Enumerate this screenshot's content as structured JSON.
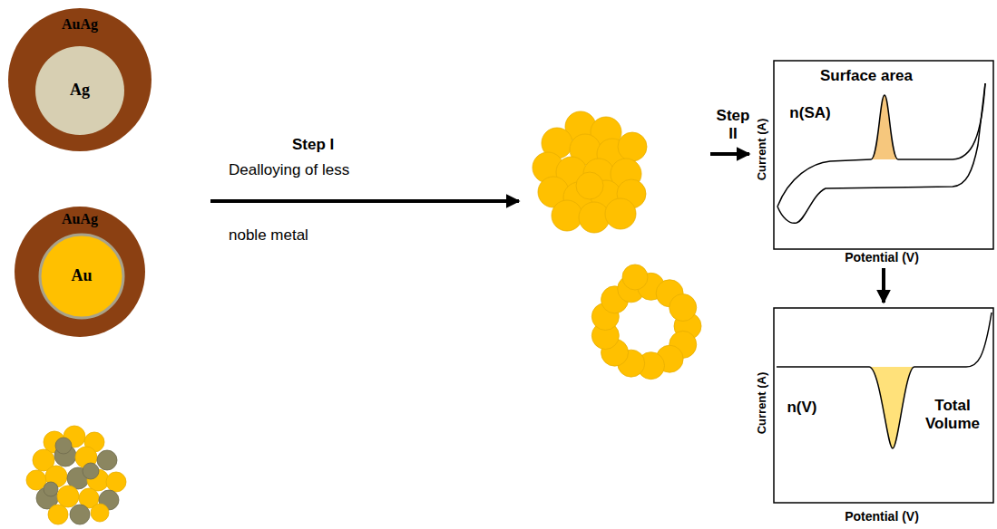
{
  "diagram": {
    "nodes": [
      {
        "text": [
          "AuAg"
        ]
      },
      {
        "text": [
          "Ag"
        ],
        "in": 0
      },
      {
        "text": [
          "AuAg"
        ]
      },
      {
        "text": [
          "Au"
        ],
        "in": 2
      },
      {
        "text": [
          "Surface area",
          "n(SA)",
          "Current (A)",
          "Potential (V)"
        ]
      },
      {
        "text": [
          "n(V)",
          "Total Volume",
          "Current (A)",
          "Potential (V)"
        ]
      }
    ],
    "edges": [
      {
        "from": 4,
        "to": 5,
        "arrow": "to"
      }
    ],
    "labels": [
      "Step I",
      "Dealloying of less",
      "noble metal",
      "Step II"
    ]
  }
}
